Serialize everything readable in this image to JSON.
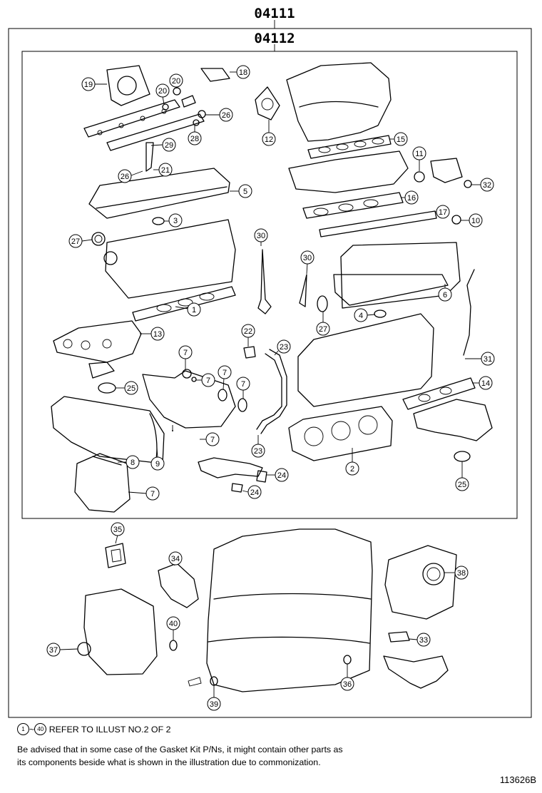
{
  "kits": [
    {
      "part_no": "04111"
    },
    {
      "part_no": "04112"
    }
  ],
  "callouts": [
    {
      "num": "1"
    },
    {
      "num": "2"
    },
    {
      "num": "3"
    },
    {
      "num": "4"
    },
    {
      "num": "5"
    },
    {
      "num": "6"
    },
    {
      "num": "7"
    },
    {
      "num": "7"
    },
    {
      "num": "7"
    },
    {
      "num": "7"
    },
    {
      "num": "7"
    },
    {
      "num": "7"
    },
    {
      "num": "7"
    },
    {
      "num": "8"
    },
    {
      "num": "9"
    },
    {
      "num": "10"
    },
    {
      "num": "11"
    },
    {
      "num": "12"
    },
    {
      "num": "13"
    },
    {
      "num": "14"
    },
    {
      "num": "15"
    },
    {
      "num": "16"
    },
    {
      "num": "17"
    },
    {
      "num": "18"
    },
    {
      "num": "19"
    },
    {
      "num": "20"
    },
    {
      "num": "20"
    },
    {
      "num": "21"
    },
    {
      "num": "22"
    },
    {
      "num": "23"
    },
    {
      "num": "23"
    },
    {
      "num": "24"
    },
    {
      "num": "24"
    },
    {
      "num": "25"
    },
    {
      "num": "25"
    },
    {
      "num": "26"
    },
    {
      "num": "26"
    },
    {
      "num": "27"
    },
    {
      "num": "27"
    },
    {
      "num": "28"
    },
    {
      "num": "29"
    },
    {
      "num": "30"
    },
    {
      "num": "30"
    },
    {
      "num": "31"
    },
    {
      "num": "32"
    },
    {
      "num": "33"
    },
    {
      "num": "34"
    },
    {
      "num": "35"
    },
    {
      "num": "36"
    },
    {
      "num": "37"
    },
    {
      "num": "38"
    },
    {
      "num": "39"
    },
    {
      "num": "40"
    }
  ],
  "notes": {
    "range_start": "1",
    "range_sep": "~",
    "range_end": "40",
    "refer_text": "REFER TO ILLUST NO.2 OF 2",
    "advisory_line1": "Be advised that in some case of the Gasket Kit P/Ns,  it might contain other parts as",
    "advisory_line2": "its components beside what is shown in the illustration due to commonization."
  },
  "illustration_id": "113626B"
}
